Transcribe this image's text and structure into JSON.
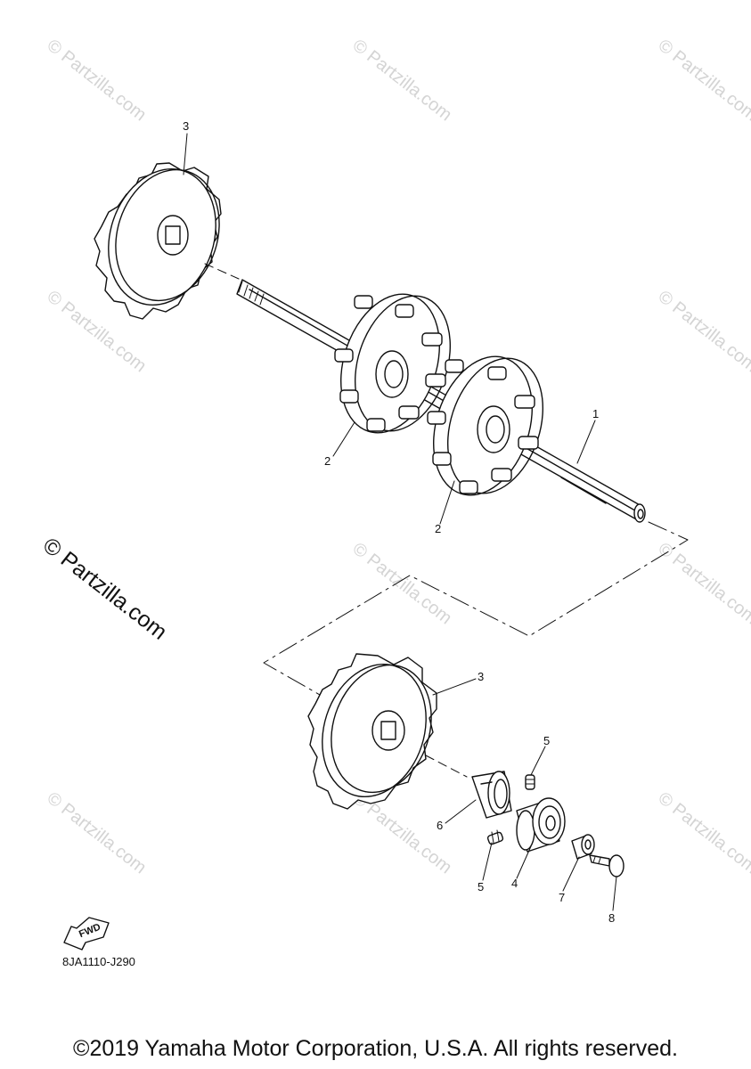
{
  "watermark": "© Partzilla.com",
  "callouts": [
    {
      "id": "c1",
      "text": "1"
    },
    {
      "id": "c2a",
      "text": "2"
    },
    {
      "id": "c2b",
      "text": "2"
    },
    {
      "id": "c3a",
      "text": "3"
    },
    {
      "id": "c3b",
      "text": "3"
    },
    {
      "id": "c4",
      "text": "4"
    },
    {
      "id": "c5a",
      "text": "5"
    },
    {
      "id": "c5b",
      "text": "5"
    },
    {
      "id": "c6",
      "text": "6"
    },
    {
      "id": "c7",
      "text": "7"
    },
    {
      "id": "c8",
      "text": "8"
    }
  ],
  "fwd_label": "FWD",
  "diagram_code": "8JA1110-J290",
  "copyright": "©2019 Yamaha Motor Corporation, U.S.A. All rights reserved."
}
